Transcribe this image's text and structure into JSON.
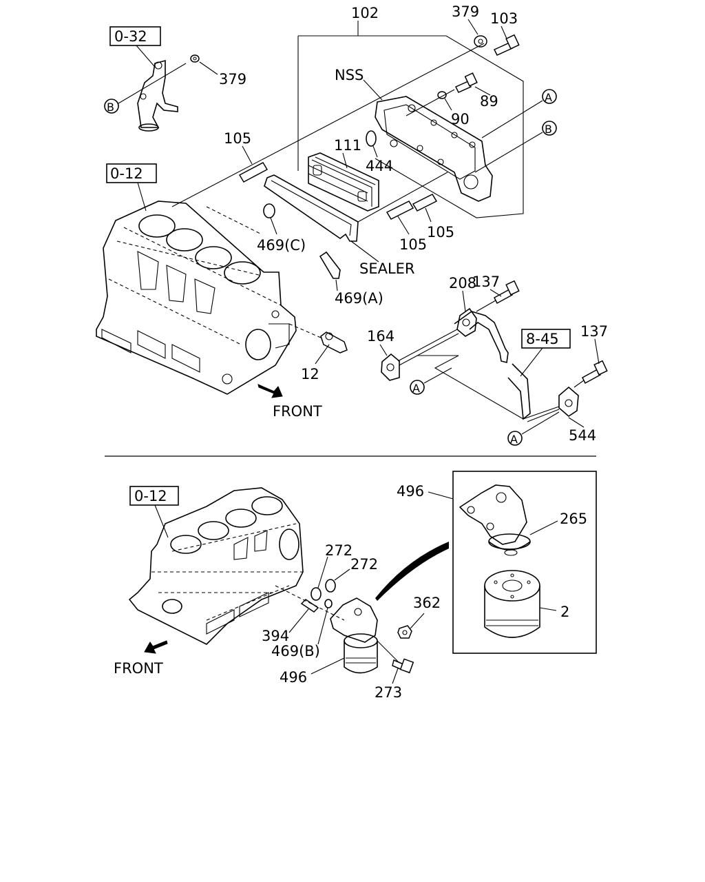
{
  "diagram": {
    "refs": {
      "r032": "0-32",
      "r012_top": "0-12",
      "r845": "8-45",
      "r012_bottom": "0-12"
    },
    "circled": {
      "A": "A",
      "B": "B"
    },
    "labels": {
      "l102": "102",
      "l379a": "379",
      "l103": "103",
      "l379b": "379",
      "lnss": "NSS",
      "l89": "89",
      "l90": "90",
      "l105a": "105",
      "l111": "111",
      "l444": "444",
      "l105b": "105",
      "l105c": "105",
      "l469c": "469(C)",
      "lsealer": "SEALER",
      "l469a": "469(A)",
      "l137a": "137",
      "l208": "208",
      "l164": "164",
      "l12": "12",
      "l137b": "137",
      "l544": "544",
      "lfront1": "FRONT",
      "l496a": "496",
      "l265": "265",
      "l272a": "272",
      "l272b": "272",
      "l362": "362",
      "l394": "394",
      "l469b": "469(B)",
      "l496b": "496",
      "l273": "273",
      "l2": "2",
      "lfront2": "FRONT"
    }
  }
}
